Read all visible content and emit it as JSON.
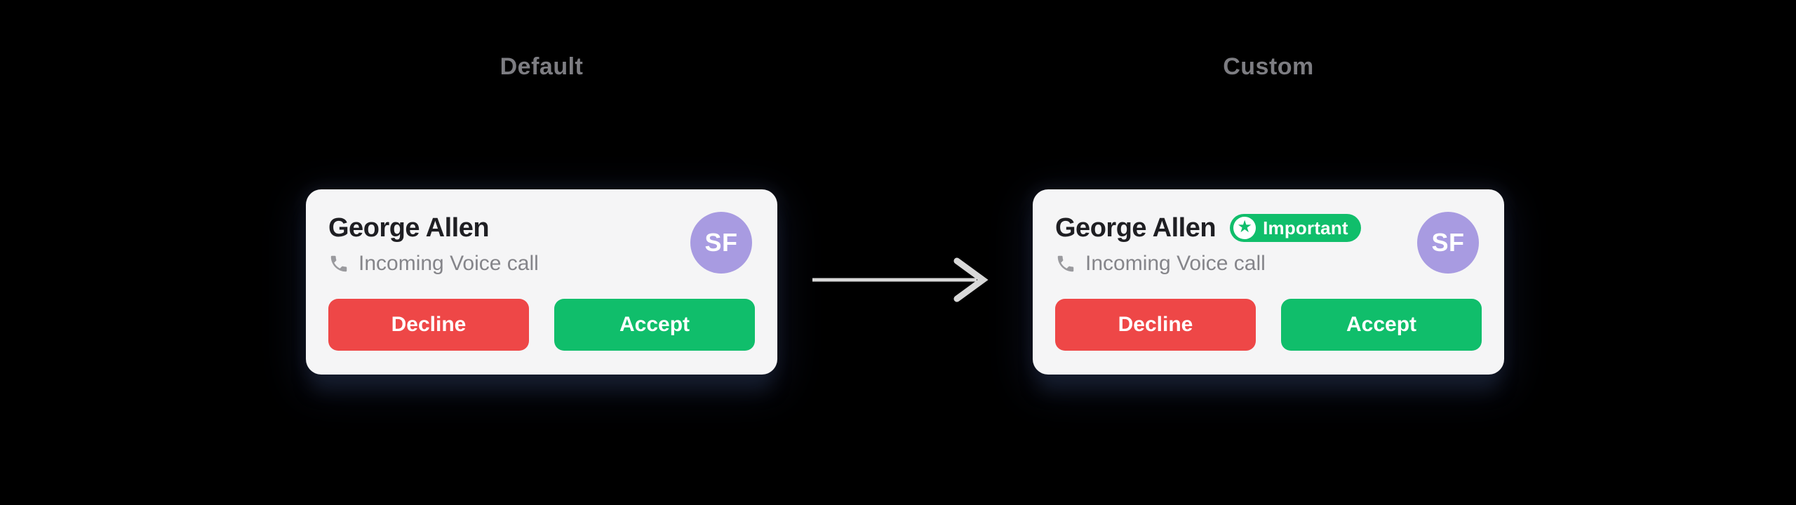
{
  "canvas": {
    "background": "#000000"
  },
  "colors": {
    "card_bg": "#F5F5F6",
    "heading_text": "#7D7D82",
    "name_text": "#1F1F23",
    "subtext": "#85858A",
    "decline_red": "#EE4747",
    "accept_green": "#10BE6B",
    "badge_green": "#10BE6B",
    "avatar_purple": "#A89BE1",
    "arrow_gray": "#D8D8D8"
  },
  "default_section": {
    "heading": "Default",
    "card": {
      "name": "George Allen",
      "status": "Incoming Voice call",
      "status_icon": "phone-icon",
      "avatar_initials": "SF",
      "decline_label": "Decline",
      "accept_label": "Accept"
    }
  },
  "arrow": {
    "icon": "arrow-right-icon"
  },
  "custom_section": {
    "heading": "Custom",
    "card": {
      "name": "George Allen",
      "badge": {
        "label": "Important",
        "icon": "star-icon"
      },
      "status": "Incoming Voice call",
      "status_icon": "phone-icon",
      "avatar_initials": "SF",
      "decline_label": "Decline",
      "accept_label": "Accept"
    }
  }
}
